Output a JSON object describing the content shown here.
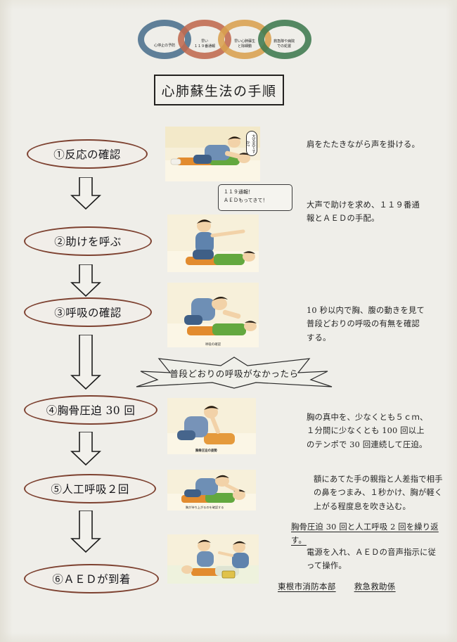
{
  "document": {
    "title": "心肺蘇生法の手順",
    "chain_of_survival": [
      {
        "label": "心停止の予防",
        "color": "#4b6f8c"
      },
      {
        "label": "早い\n１１９番通報",
        "color": "#c06a4e"
      },
      {
        "label": "早い心肺蘇生\nと除細動",
        "color": "#d9a04e"
      },
      {
        "label": "救急隊や病院\nでの処置",
        "color": "#3f7a4e"
      }
    ],
    "steps": [
      {
        "oval": "①反応の確認",
        "desc": "肩をたたきながら声を掛ける。",
        "caption": ""
      },
      {
        "oval": "②助けを呼ぶ",
        "desc": "大声で助けを求め、１１９番通\n報とＡＥＤの手配。",
        "caption": ""
      },
      {
        "oval": "③呼吸の確認",
        "desc": "10 秒以内で胸、腹の動きを見て\n普段どおりの呼吸の有無を確認\nする。",
        "caption": "呼吸の確認"
      },
      {
        "oval": "④胸骨圧迫 30 回",
        "desc": "胸の真中を、少なくとも５ｃｍ、\n１分間に少なくとも 100 回以上\nのテンポで 30 回連続して圧迫。",
        "caption": "胸骨圧迫の姿勢"
      },
      {
        "oval": "⑤人工呼吸２回",
        "desc": "額にあてた手の親指と人差指で相手\nの鼻をつまみ、１秒かけ、胸が軽く\n上がる程度息を吹き込む。",
        "caption": "胸が持ち上がるのを確認する"
      },
      {
        "oval": "⑥ＡＥＤが到着",
        "desc": "電源を入れ、ＡＥＤの音声指示に従\nって操作。",
        "caption": ""
      }
    ],
    "banner_text": "普段どおりの呼吸がなかったら",
    "repeat_note": "胸骨圧迫 30 回と人工呼吸 2 回を繰り返す。",
    "speech_bubble_box": "１１９通報！\nＡＥＤもってきて！",
    "speech_bubble_victim": "大丈夫ですか?",
    "footer": {
      "organization": "東根市消防本部",
      "department": "救急救助係"
    },
    "colors": {
      "paper": "#efeee9",
      "oval_stroke": "#7d4130",
      "text": "#242424",
      "illustration_bg": "#f6efdc"
    }
  }
}
